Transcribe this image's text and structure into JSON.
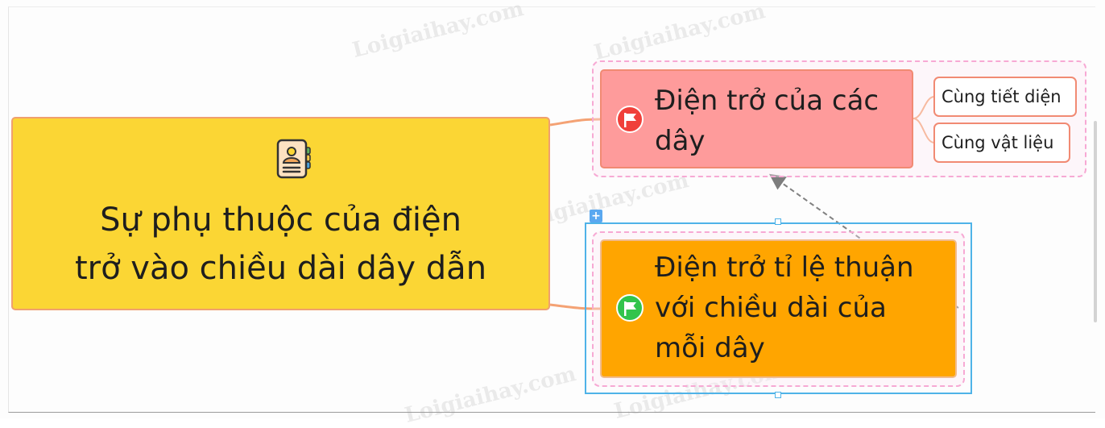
{
  "watermark": {
    "text": "Loigiaihay.com"
  },
  "central_topic": {
    "icon": "contact-card-icon",
    "text_line1": "Sự phụ thuộc của điện",
    "text_line2": "trở vào chiều dài dây dẫn",
    "color": "#fbd634"
  },
  "topics": [
    {
      "marker": "red-flag-icon",
      "text_line1": "Điện trở của các",
      "text_line2": "dây",
      "color": "#fe9b9b",
      "subtopics": [
        {
          "text": "Cùng tiết diện"
        },
        {
          "text": "Cùng vật liệu"
        }
      ]
    },
    {
      "marker": "green-flag-icon",
      "text_line1": "Điện trở tỉ lệ thuận",
      "text_line2": "với chiều dài của",
      "text_line3": "mỗi dây",
      "color": "#ffa500",
      "selected": true
    }
  ],
  "add_button": {
    "symbol": "+"
  }
}
